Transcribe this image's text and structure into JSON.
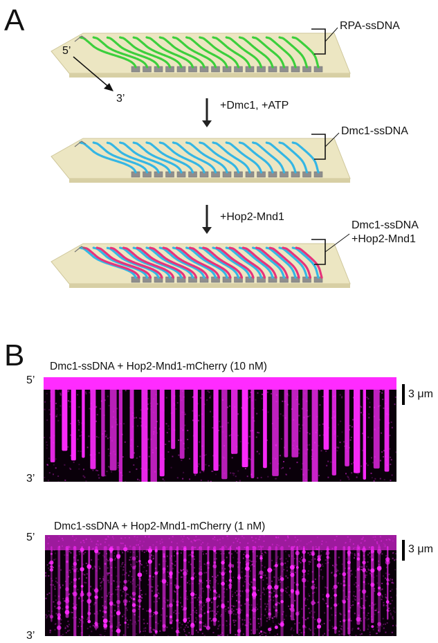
{
  "panel_a": {
    "letter": "A",
    "strand_end_5": "5’",
    "strand_end_3": "3’",
    "label_rpa": "RPA-ssDNA",
    "step1": "+Dmc1, +ATP",
    "label_dmc1": "Dmc1-ssDNA",
    "step2": "+Hop2-Mnd1",
    "label_combined_line1": "Dmc1-ssDNA",
    "label_combined_line2": "+Hop2-Mnd1"
  },
  "panel_b": {
    "letter": "B",
    "kymo1": {
      "title": "Dmc1-ssDNA + Hop2-Mnd1-mCherry (10 nM)",
      "end_top": "5’",
      "end_bottom": "3’",
      "scale": "3 μm"
    },
    "kymo2": {
      "title": "Dmc1-ssDNA + Hop2-Mnd1-mCherry (1 nM)",
      "end_top": "5’",
      "end_bottom": "3’",
      "scale": "3 μm"
    }
  },
  "colors": {
    "surface": "#ece6c2",
    "surface_edge": "#cfc79b",
    "rpa": "#3ccf3c",
    "dmc1": "#34b6e4",
    "hop2": "#e6337a",
    "anchor": "#8e8e8e",
    "magenta": "#ff2bff"
  }
}
